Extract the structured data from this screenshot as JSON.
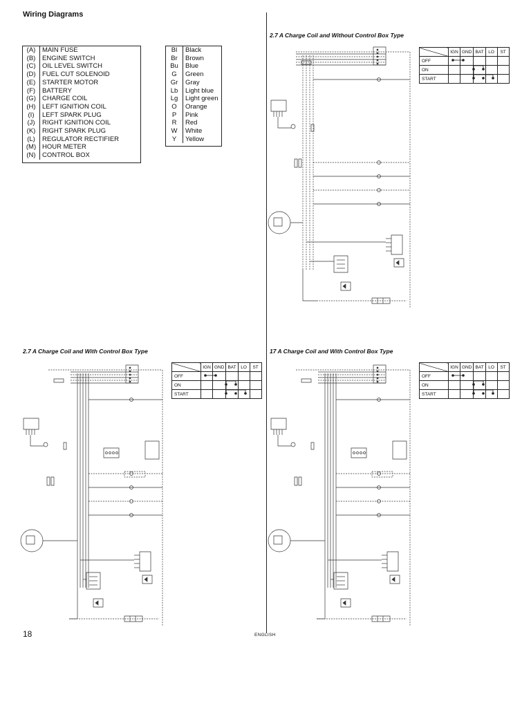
{
  "page": {
    "title": "Wiring Diagrams",
    "page_number": "18",
    "language": "ENGLISH"
  },
  "legend": {
    "components": [
      {
        "code": "(A)",
        "name": "MAIN FUSE"
      },
      {
        "code": "(B)",
        "name": "ENGINE SWITCH"
      },
      {
        "code": "(C)",
        "name": "OIL LEVEL SWITCH"
      },
      {
        "code": "(D)",
        "name": "FUEL CUT SOLENOID"
      },
      {
        "code": "(E)",
        "name": "STARTER MOTOR"
      },
      {
        "code": "(F)",
        "name": "BATTERY"
      },
      {
        "code": "(G)",
        "name": "CHARGE COIL"
      },
      {
        "code": "(H)",
        "name": "LEFT IGNITION COIL"
      },
      {
        "code": "(I)",
        "name": "LEFT SPARK PLUG"
      },
      {
        "code": "(J)",
        "name": "RIGHT IGNITION COIL"
      },
      {
        "code": "(K)",
        "name": "RIGHT SPARK PLUG"
      },
      {
        "code": "(L)",
        "name": "REGULATOR RECTIFIER"
      },
      {
        "code": "(M)",
        "name": "HOUR METER"
      },
      {
        "code": "(N)",
        "name": "CONTROL BOX"
      }
    ],
    "colors": [
      {
        "code": "Bl",
        "name": "Black"
      },
      {
        "code": "Br",
        "name": "Brown"
      },
      {
        "code": "Bu",
        "name": "Blue"
      },
      {
        "code": "G",
        "name": "Green"
      },
      {
        "code": "Gr",
        "name": "Gray"
      },
      {
        "code": "Lb",
        "name": "Light blue"
      },
      {
        "code": "Lg",
        "name": "Light green"
      },
      {
        "code": "O",
        "name": "Orange"
      },
      {
        "code": "P",
        "name": "Pink"
      },
      {
        "code": "R",
        "name": "Red"
      },
      {
        "code": "W",
        "name": "White"
      },
      {
        "code": "Y",
        "name": "Yellow"
      }
    ]
  },
  "switch_table": {
    "columns": [
      "IGN",
      "GND",
      "BAT",
      "LO",
      "ST"
    ],
    "rows": [
      "OFF",
      "ON",
      "START"
    ]
  },
  "diagrams": [
    {
      "title": "2.7 A Charge Coil and Without Control Box Type"
    },
    {
      "title": "2.7 A Charge Coil and With Control Box Type"
    },
    {
      "title": "17 A Charge Coil and With Control Box Type"
    }
  ],
  "style": {
    "line_color": "#333333",
    "text_color": "#111111"
  }
}
